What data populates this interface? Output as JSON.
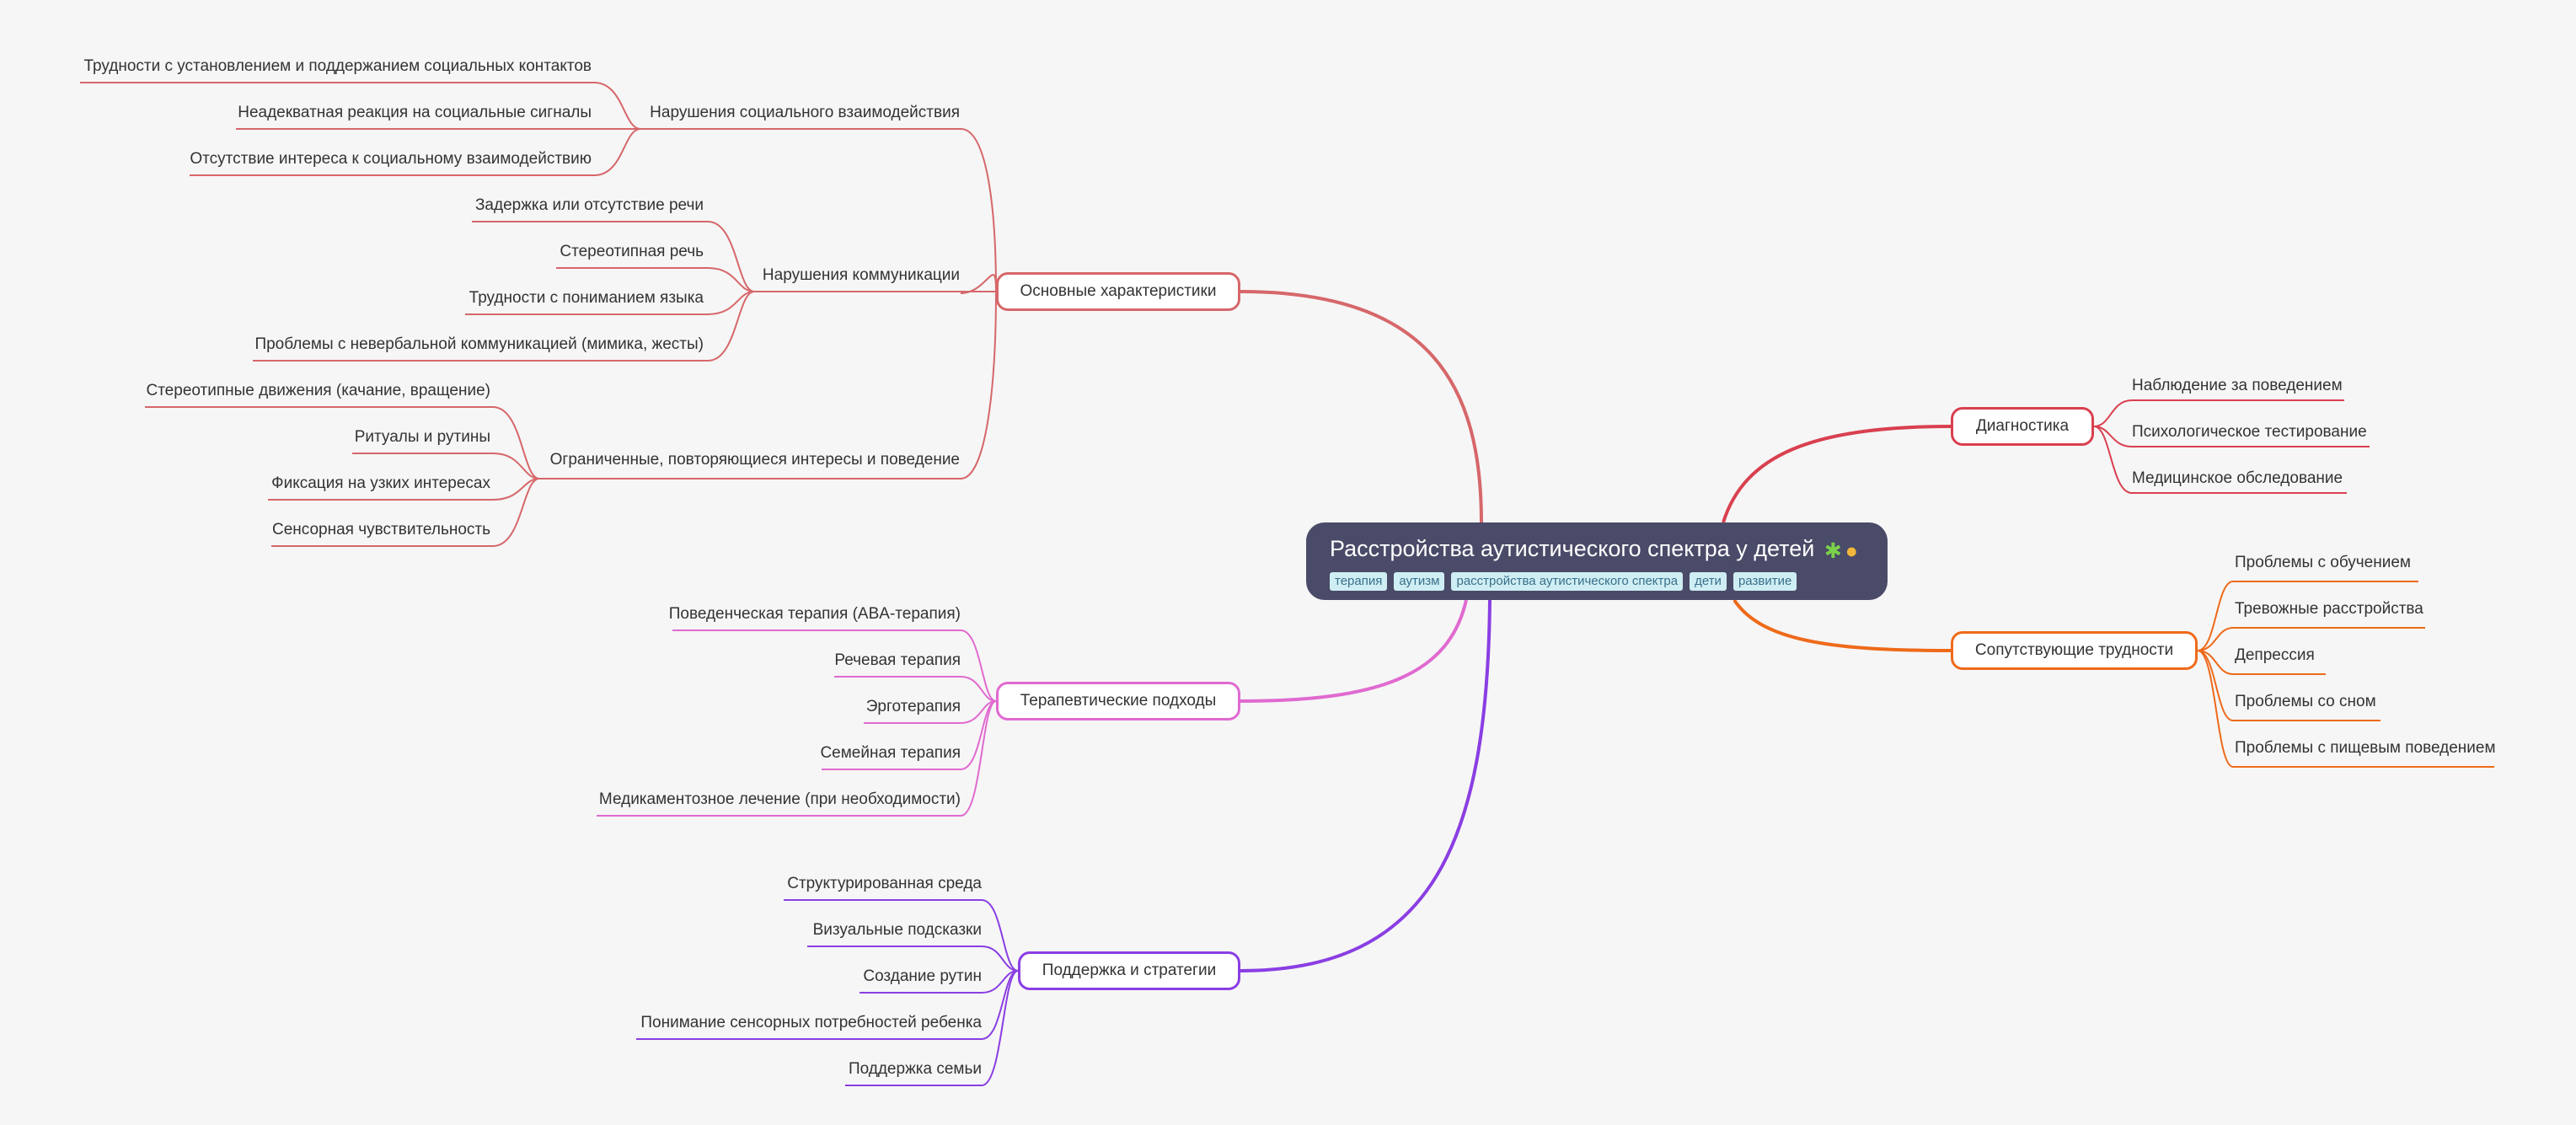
{
  "root": {
    "title": "Расстройства аутистического спектра у детей",
    "icons": [
      "puzzle-icon",
      "handshake-icon"
    ],
    "tags": [
      "терапия",
      "аутизм",
      "расстройства аутистического спектра",
      "дети",
      "развитие"
    ]
  },
  "colors": {
    "background": "#f6f6f6",
    "root_fill": "#4a4b68",
    "characteristics": "#d6676a",
    "therapy": "#e06ad0",
    "support": "#8a3ee3",
    "diagnostics": "#d9404f",
    "difficulties": "#ee6a1a"
  },
  "branches": {
    "characteristics": {
      "label": "Основные характеристики",
      "groups": {
        "social": {
          "label": "Нарушения социального взаимодействия",
          "items": [
            "Трудности с установлением и поддержанием социальных контактов",
            "Неадекватная реакция на социальные сигналы",
            "Отсутствие интереса к социальному взаимодействию"
          ]
        },
        "communication": {
          "label": "Нарушения коммуникации",
          "items": [
            "Задержка или отсутствие речи",
            "Стереотипная речь",
            "Трудности с пониманием языка",
            "Проблемы с невербальной коммуникацией (мимика, жесты)"
          ]
        },
        "behavior": {
          "label": "Ограниченные, повторяющиеся интересы и поведение",
          "items": [
            "Стереотипные движения (качание, вращение)",
            "Ритуалы и рутины",
            "Фиксация на узких интересах",
            "Сенсорная чувствительность"
          ]
        }
      }
    },
    "therapy": {
      "label": "Терапевтические подходы",
      "items": [
        "Поведенческая терапия (ABA-терапия)",
        "Речевая терапия",
        "Эрготерапия",
        "Семейная терапия",
        "Медикаментозное лечение (при необходимости)"
      ]
    },
    "support": {
      "label": "Поддержка и стратегии",
      "items": [
        "Структурированная среда",
        "Визуальные подсказки",
        "Создание рутин",
        "Понимание сенсорных потребностей ребенка",
        "Поддержка семьи"
      ]
    },
    "diagnostics": {
      "label": "Диагностика",
      "items": [
        "Наблюдение за поведением",
        "Психологическое тестирование",
        "Медицинское обследование"
      ]
    },
    "difficulties": {
      "label": "Сопутствующие трудности",
      "items": [
        "Проблемы с обучением",
        "Тревожные расстройства",
        "Депрессия",
        "Проблемы со сном",
        "Проблемы с пищевым поведением"
      ]
    }
  }
}
